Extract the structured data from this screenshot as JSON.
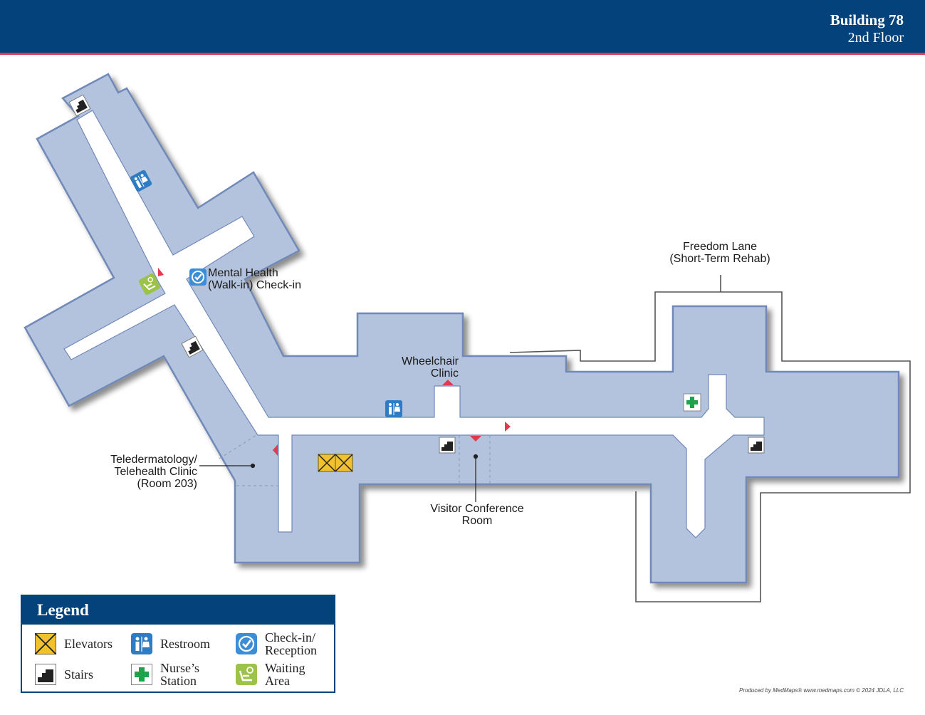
{
  "header": {
    "building": "Building 78",
    "floor": "2nd Floor"
  },
  "colors": {
    "header_bg": "#03427a",
    "accent_red": "#e03a4e",
    "floor_fill": "#b4c3dd",
    "floor_stroke": "#6f89b8",
    "corridor": "#ffffff",
    "elevator": "#f2c12e",
    "checkin_blue": "#3a8dd6",
    "waiting_green": "#9cc24a",
    "nurse_green": "#1fa24a"
  },
  "labels": {
    "mental_health_line1": "Mental Health",
    "mental_health_line2": "(Walk-in) Check-in",
    "freedom_line1": "Freedom Lane",
    "freedom_line2": "(Short-Term Rehab)",
    "wheelchair_line1": "Wheelchair",
    "wheelchair_line2": "Clinic",
    "teleder_line1": "Teledermatology/",
    "teleder_line2": "Telehealth Clinic",
    "teleder_line3": "(Room 203)",
    "visitor_line1": "Visitor Conference",
    "visitor_line2": "Room"
  },
  "icons": {
    "stairs": "stairs-icon",
    "restroom": "restroom-icon",
    "elevator": "elevator-icon",
    "checkin": "checkin-icon",
    "waiting": "waiting-area-icon",
    "nurse": "nurse-station-icon",
    "entrance": "entrance-marker-icon"
  },
  "legend": {
    "title": "Legend",
    "elevators": "Elevators",
    "restroom": "Restroom",
    "checkin_line1": "Check-in/",
    "checkin_line2": "Reception",
    "stairs": "Stairs",
    "nurse_line1": "Nurse’s",
    "nurse_line2": "Station",
    "waiting_line1": "Waiting",
    "waiting_line2": "Area"
  },
  "credit": "Produced by MedMaps®  www.medmaps.com   © 2024  JDLA, LLC"
}
